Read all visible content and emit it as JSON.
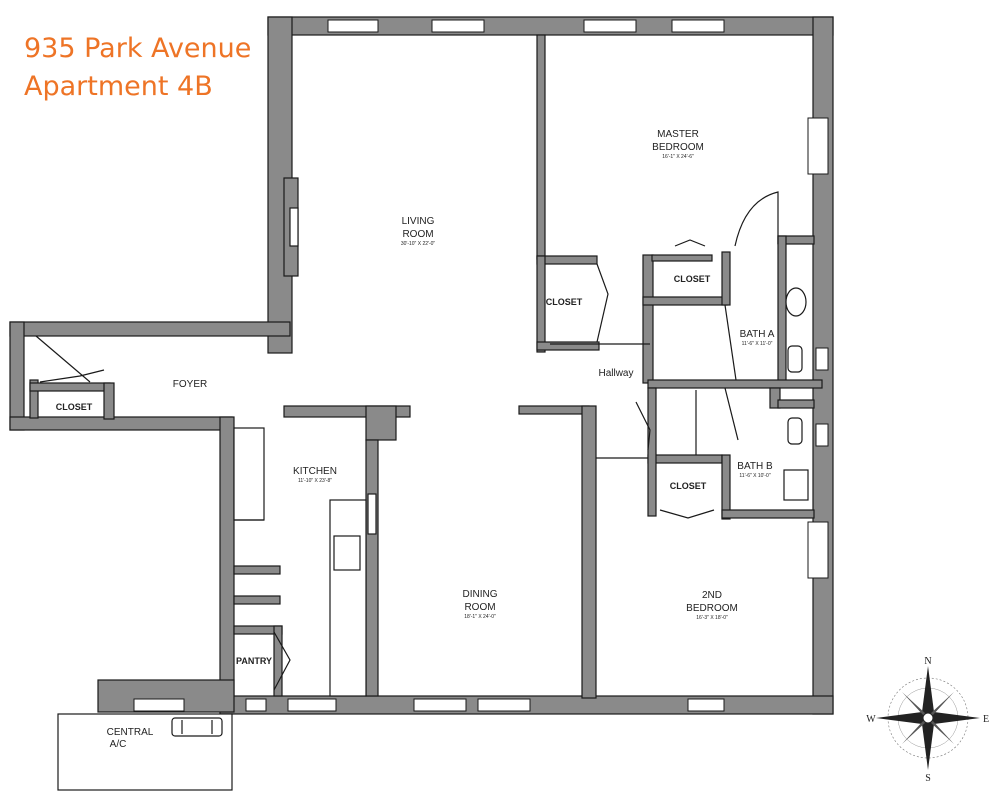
{
  "title": {
    "line1": "935 Park Avenue",
    "line2": "Apartment 4B"
  },
  "rooms": {
    "living_room": {
      "name_1": "LIVING",
      "name_2": "ROOM",
      "dimensions": "30'-10\" X 22'-0\""
    },
    "master_bedroom": {
      "name_1": "MASTER",
      "name_2": "BEDROOM",
      "dimensions": "16'-1\" X 24'-6\""
    },
    "kitchen": {
      "name": "KITCHEN",
      "dimensions": "11'-10\" X 23'-8\""
    },
    "dining_room": {
      "name_1": "DINING",
      "name_2": "ROOM",
      "dimensions": "18'-1\" X 24'-0\""
    },
    "second_bedroom": {
      "name_1": "2ND",
      "name_2": "BEDROOM",
      "dimensions": "16'-3\" X 18'-0\""
    },
    "bath_a": {
      "name": "BATH A",
      "dimensions": "11'-6\" X 11'-0\""
    },
    "bath_b": {
      "name": "BATH B",
      "dimensions": "11'-6\" X 10'-0\""
    },
    "foyer": {
      "name": "FOYER"
    },
    "hallway": {
      "name": "Hallway"
    },
    "pantry": {
      "name": "PANTRY"
    },
    "central_ac": {
      "name_1": "CENTRAL",
      "name_2": "A/C"
    },
    "closets": [
      "CLOSET",
      "CLOSET",
      "CLOSET",
      "CLOSET"
    ]
  },
  "compass": {
    "north": "N",
    "south": "S",
    "east": "E",
    "west": "W"
  }
}
